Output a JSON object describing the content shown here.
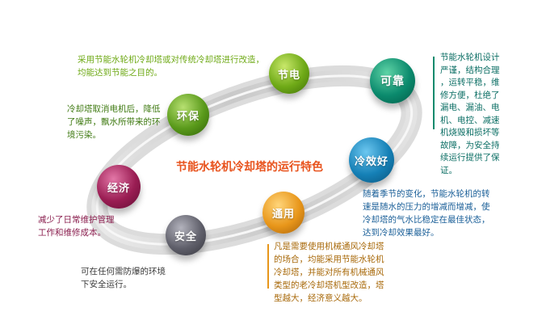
{
  "title": "节能水轮机冷却塔的运行特色",
  "nodes": [
    {
      "key": "jieneng",
      "label": "节电",
      "color": "#6faa17",
      "text": "采用节能水轮机冷却塔或对传统冷却塔进行改造，\n均能达到节能之目的。",
      "text_color": "#6faa17"
    },
    {
      "key": "kekao",
      "label": "可靠",
      "color": "#0b8a6d",
      "text": "节能水轮机设计\n严谨，结构合理\n，运转平稳，维\n修方便，杜绝了\n漏电、漏油、电\n机、电控、减速\n机烧毁和损坏等\n故障，为安全持\n续运行提供了保\n证。",
      "text_color": "#0b6e64"
    },
    {
      "key": "lengxiaohao",
      "label": "冷效好",
      "color": "#1580b6",
      "text": "随着季节的变化，节能水轮机的转\n速是随水的压力的增减而增减，使\n冷却塔的气水比稳定在最佳状态，\n达到冷却效果最好。",
      "text_color": "#1a5f98"
    },
    {
      "key": "tongyong",
      "label": "通用",
      "color": "#e8961a",
      "text": "凡是需要使用机械通风冷却塔\n的场合，均能采用节能水轮机\n冷却塔，并能对所有机械通风\n类型的老冷却塔机型改造，塔\n型越大，经济意义越大。",
      "text_color": "#a8690a"
    },
    {
      "key": "anquan",
      "label": "安全",
      "color": "#5f5f6a",
      "text": "可在任何需防爆的环境\n下安全运行。",
      "text_color": "#3a3a3a"
    },
    {
      "key": "jingji",
      "label": "经济",
      "color": "#9a1d53",
      "text": "减少了日常维护管理\n工作和维修成本。",
      "text_color": "#8a1e4e"
    },
    {
      "key": "huanbao",
      "label": "环保",
      "color": "#5a9a1b",
      "text": "冷却塔取消电机后，降低\n了噪声，飘水所带来的环\n境污染。",
      "text_color": "#3f7a12"
    }
  ]
}
